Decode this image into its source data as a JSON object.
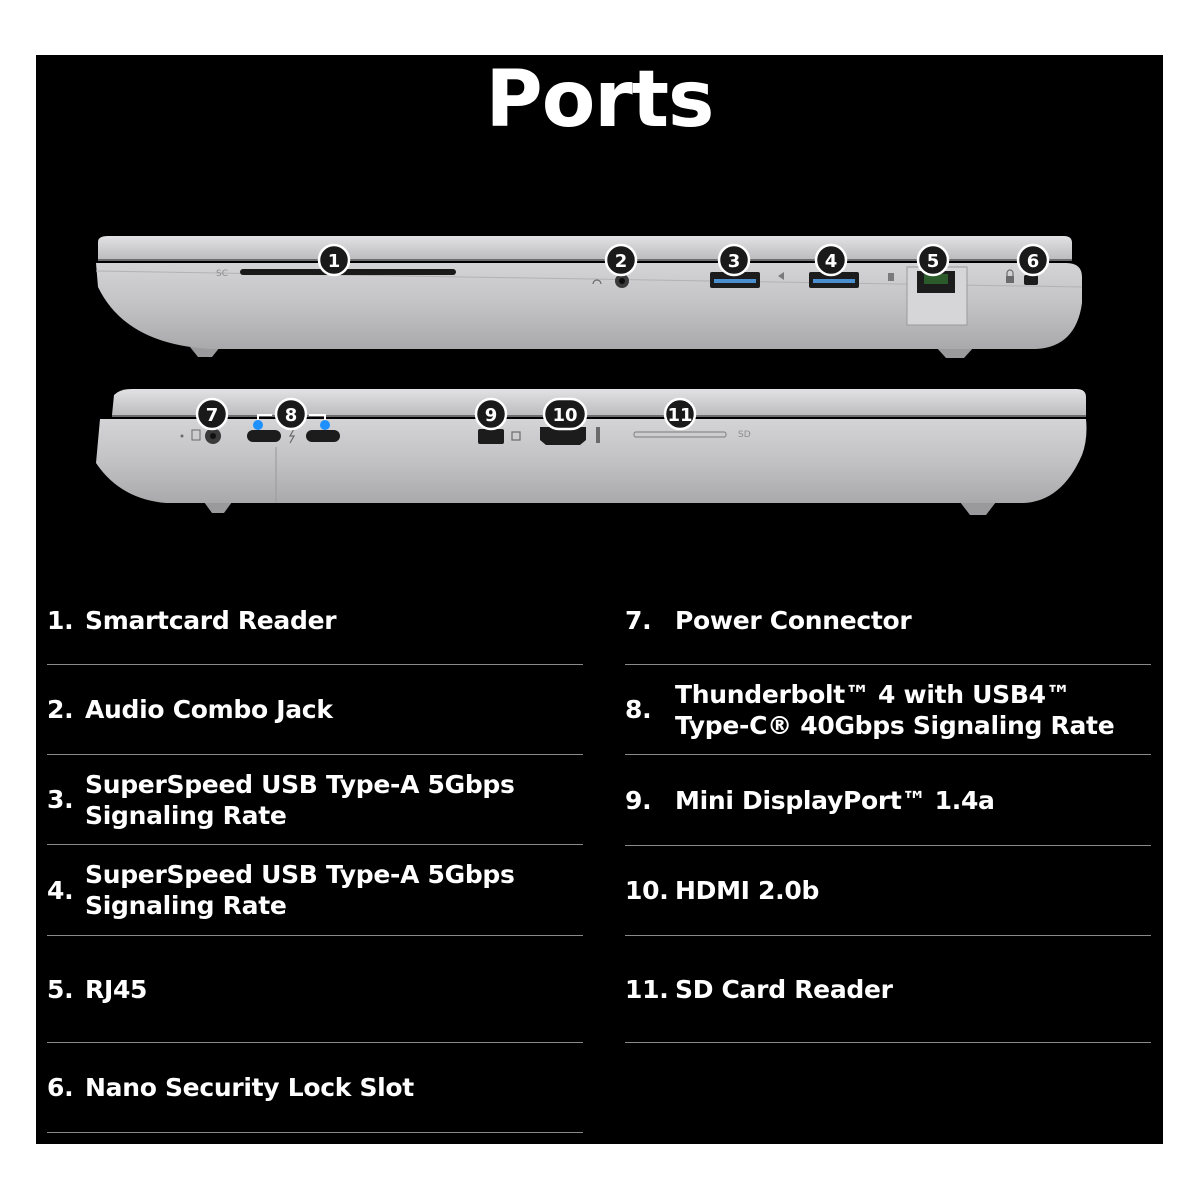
{
  "title": "Ports",
  "laptop_markings": {
    "smartcard": "SC",
    "sd": "SD"
  },
  "ports": [
    {
      "num": "1.",
      "badge": "1",
      "label": "Smartcard Reader"
    },
    {
      "num": "2.",
      "badge": "2",
      "label": "Audio Combo Jack"
    },
    {
      "num": "3.",
      "badge": "3",
      "label": "SuperSpeed USB Type-A 5Gbps Signaling Rate"
    },
    {
      "num": "4.",
      "badge": "4",
      "label": "SuperSpeed USB Type-A 5Gbps Signaling Rate"
    },
    {
      "num": "5.",
      "badge": "5",
      "label": "RJ45"
    },
    {
      "num": "6.",
      "badge": "6",
      "label": "Nano Security Lock Slot"
    },
    {
      "num": "7.",
      "badge": "7",
      "label": "Power Connector"
    },
    {
      "num": "8.",
      "badge": "8",
      "label": "Thunderbolt™ 4 with USB4™ Type-C® 40Gbps Signaling Rate"
    },
    {
      "num": "9.",
      "badge": "9",
      "label": "Mini DisplayPort™ 1.4a"
    },
    {
      "num": "10.",
      "badge": "10",
      "label": "HDMI 2.0b"
    },
    {
      "num": "11.",
      "badge": "11",
      "label": "SD Card Reader"
    }
  ],
  "colors": {
    "background": "#000000",
    "text": "#ffffff",
    "laptop_body": "#c4c4c6",
    "badge": "#1a1a1a",
    "thunderbolt_indicator": "#1e90ff",
    "divider": "#8a8a8a"
  }
}
